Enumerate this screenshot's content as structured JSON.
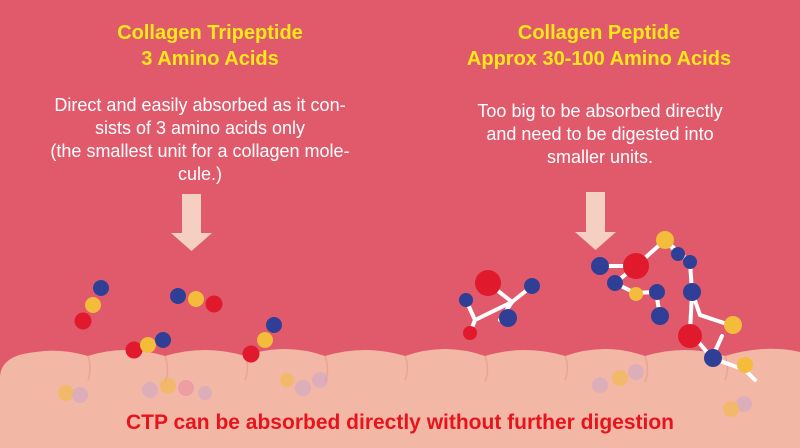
{
  "colors": {
    "background": "#e05a6c",
    "title": "#ffe81a",
    "body_text": "#ffffff",
    "footer_text": "#e8141d",
    "arrow": "#f6cfc3",
    "intestine": "#f3b7a6",
    "atom_red": "#e0192c",
    "atom_blue": "#2f3f96",
    "atom_yellow": "#f3bc3a",
    "bond": "#ffffff"
  },
  "left": {
    "title_line1": "Collagen Tripeptide",
    "title_line2": "3 Amino Acids",
    "description": "Direct and easily absorbed as it con-\nsists  of 3 amino acids only\n(the smallest unit for a collagen mole-\ncule.)"
  },
  "right": {
    "title_line1": "Collagen Peptide",
    "title_line2": "Approx 30-100 Amino Acids",
    "description": "Too big to be absorbed directly\nand need to be digested into\nsmaller units."
  },
  "footer": "CTP can be absorbed directly without further digestion"
}
